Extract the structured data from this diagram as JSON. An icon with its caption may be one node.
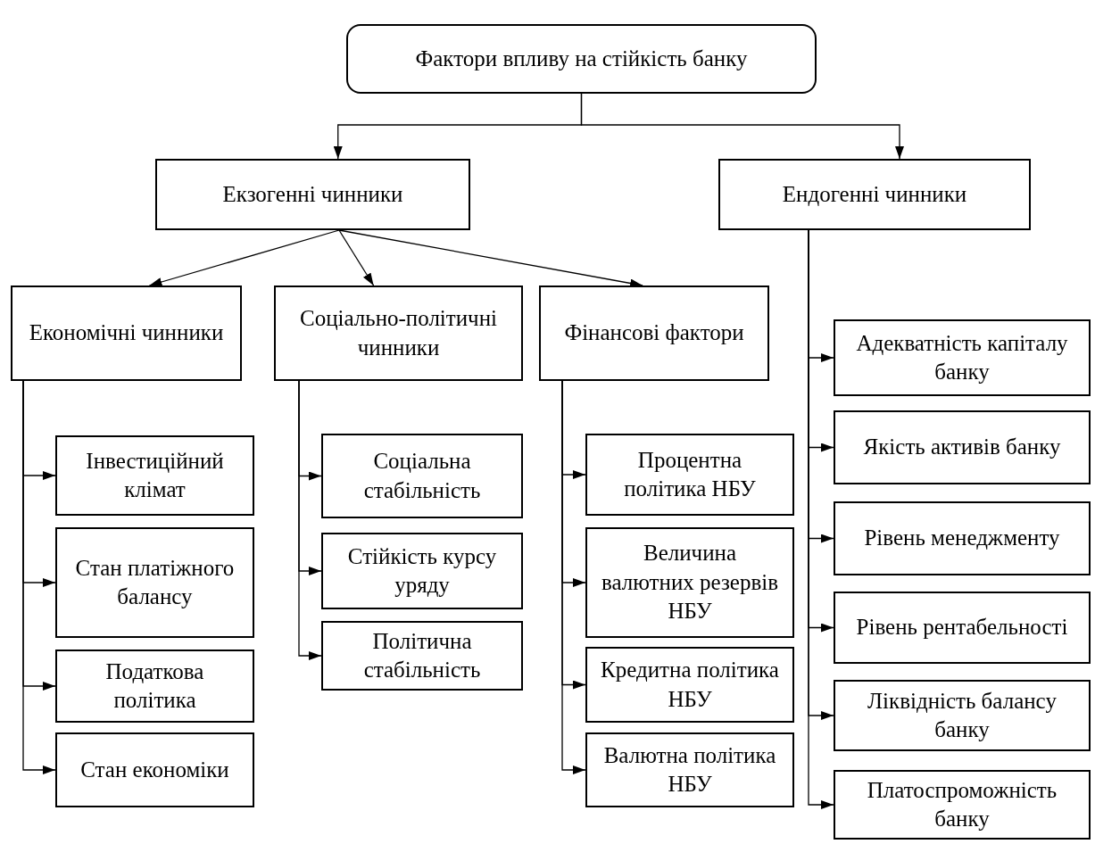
{
  "diagram": {
    "nodes": [
      {
        "text": [
          "Фактори впливу на стійкість банку"
        ]
      },
      {
        "text": [
          "Екзогенні чинники"
        ]
      },
      {
        "text": [
          "Ендогенні чинники"
        ]
      },
      {
        "text": [
          "Економічні чинники"
        ]
      },
      {
        "text": [
          "Соціально-політичні чинники"
        ]
      },
      {
        "text": [
          "Фінансові фактори"
        ]
      },
      {
        "text": [
          "Інвестиційний клімат"
        ]
      },
      {
        "text": [
          "Стан платіжного балансу"
        ]
      },
      {
        "text": [
          "Податкова політика"
        ]
      },
      {
        "text": [
          "Стан економіки"
        ]
      },
      {
        "text": [
          "Соціальна стабільність"
        ]
      },
      {
        "text": [
          "Стійкість курсу уряду"
        ]
      },
      {
        "text": [
          "Політична стабільність"
        ]
      },
      {
        "text": [
          "Процентна політика НБУ"
        ]
      },
      {
        "text": [
          "Величина валютних резервів НБУ"
        ]
      },
      {
        "text": [
          "Кредитна політика НБУ"
        ]
      },
      {
        "text": [
          "Валютна політика НБУ"
        ]
      },
      {
        "text": [
          "Адекватність капіталу банку"
        ]
      },
      {
        "text": [
          "Якість активів банку"
        ]
      },
      {
        "text": [
          "Рівень менеджменту"
        ]
      },
      {
        "text": [
          "Рівень рентабельності"
        ]
      },
      {
        "text": [
          "Ліквідність балансу банку"
        ]
      },
      {
        "text": [
          "Платоспроможність банку"
        ]
      }
    ],
    "edges": [
      {
        "from": 0,
        "to": 1,
        "arrow": "to"
      },
      {
        "from": 0,
        "to": 2,
        "arrow": "to"
      },
      {
        "from": 1,
        "to": 3,
        "arrow": "to"
      },
      {
        "from": 1,
        "to": 4,
        "arrow": "to"
      },
      {
        "from": 1,
        "to": 5,
        "arrow": "to"
      },
      {
        "from": 3,
        "to": 6,
        "arrow": "to"
      },
      {
        "from": 3,
        "to": 7,
        "arrow": "to"
      },
      {
        "from": 3,
        "to": 8,
        "arrow": "to"
      },
      {
        "from": 3,
        "to": 9,
        "arrow": "to"
      },
      {
        "from": 4,
        "to": 10,
        "arrow": "to"
      },
      {
        "from": 4,
        "to": 11,
        "arrow": "to"
      },
      {
        "from": 4,
        "to": 12,
        "arrow": "to"
      },
      {
        "from": 5,
        "to": 13,
        "arrow": "to"
      },
      {
        "from": 5,
        "to": 14,
        "arrow": "to"
      },
      {
        "from": 5,
        "to": 15,
        "arrow": "to"
      },
      {
        "from": 5,
        "to": 16,
        "arrow": "to"
      },
      {
        "from": 2,
        "to": 17,
        "arrow": "to"
      },
      {
        "from": 2,
        "to": 18,
        "arrow": "to"
      },
      {
        "from": 2,
        "to": 19,
        "arrow": "to"
      },
      {
        "from": 2,
        "to": 20,
        "arrow": "to"
      },
      {
        "from": 2,
        "to": 21,
        "arrow": "to"
      },
      {
        "from": 2,
        "to": 22,
        "arrow": "to"
      }
    ]
  }
}
